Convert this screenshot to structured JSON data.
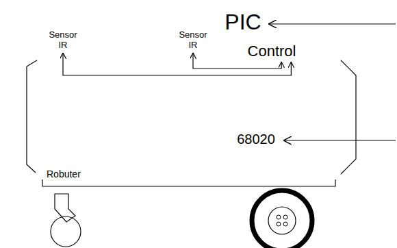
{
  "diagram": {
    "nodes": [
      {
        "text": [
          "Sensor IR"
        ]
      },
      {
        "text": [
          "Sensor IR"
        ]
      },
      {
        "text": [
          "Control"
        ]
      }
    ],
    "edges": [
      {
        "from": 0,
        "to": 2,
        "arrow": "both"
      },
      {
        "from": 1,
        "to": 2,
        "arrow": "both"
      }
    ],
    "labels": [
      "PIC",
      "68020",
      "Robuter"
    ]
  }
}
